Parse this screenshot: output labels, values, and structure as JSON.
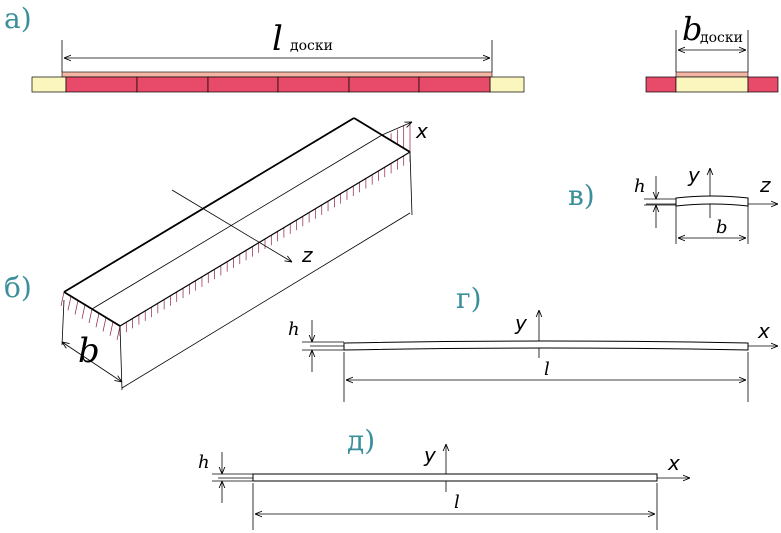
{
  "colors": {
    "red_block": "#e84a6a",
    "yellow_block": "#fbf6bd",
    "board": "#f4b6a4",
    "panel_label": "#3a8f9a",
    "hatch": "#8a1f4a"
  },
  "panels": {
    "a": {
      "label": "а)",
      "length_symbol": "l",
      "length_sub": "доски",
      "width_symbol": "b",
      "width_sub": "доски"
    },
    "b": {
      "label": "б)",
      "axis_x": "x",
      "axis_z": "z",
      "width_symbol": "b"
    },
    "v": {
      "label": "в)",
      "axis_y": "y",
      "axis_z": "z",
      "height_symbol": "h",
      "width_symbol": "b"
    },
    "g": {
      "label": "г)",
      "axis_y": "y",
      "axis_x": "x",
      "height_symbol": "h",
      "length_symbol": "l"
    },
    "d": {
      "label": "д)",
      "axis_y": "y",
      "axis_x": "x",
      "height_symbol": "h",
      "length_symbol": "l"
    }
  }
}
